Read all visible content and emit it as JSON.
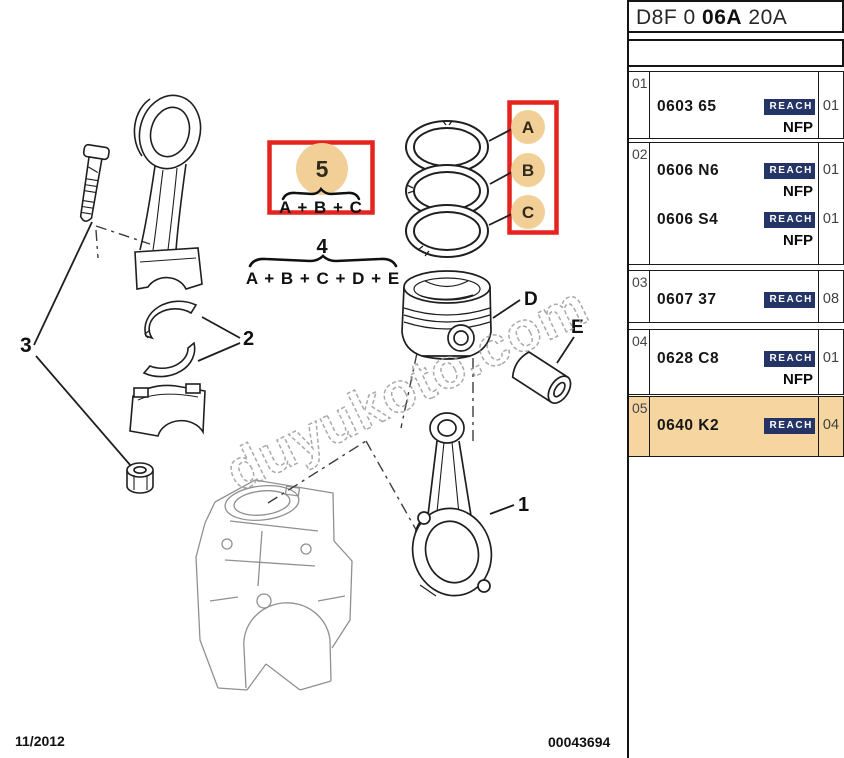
{
  "header": {
    "code_prefix": "D8F 0",
    "code_bold": "06A",
    "code_suffix": "20A"
  },
  "table": {
    "rows": [
      {
        "index": "01",
        "parts": [
          {
            "number": "0603 65",
            "reach_label": "REACH",
            "qty": "01",
            "nfp": "NFP"
          }
        ]
      },
      {
        "index": "02",
        "parts": [
          {
            "number": "0606 N6",
            "reach_label": "REACH",
            "qty": "01",
            "nfp": "NFP"
          },
          {
            "number": "0606 S4",
            "reach_label": "REACH",
            "qty": "01",
            "nfp": "NFP"
          }
        ]
      },
      {
        "index": "03",
        "parts": [
          {
            "number": "0607 37",
            "reach_label": "REACH",
            "qty": "08"
          }
        ]
      },
      {
        "index": "04",
        "parts": [
          {
            "number": "0628 C8",
            "reach_label": "REACH",
            "qty": "01",
            "nfp": "NFP"
          }
        ]
      },
      {
        "index": "05",
        "highlighted": true,
        "parts": [
          {
            "number": "0640 K2",
            "reach_label": "REACH",
            "qty": "04"
          }
        ]
      }
    ]
  },
  "diagram": {
    "watermark": "duyukoto.com",
    "labels": {
      "rod": "1",
      "shells": "2",
      "bolt_nut": "3",
      "group4": "4",
      "group5": "5",
      "ring_a": "A",
      "ring_b": "B",
      "ring_c": "C",
      "piston": "D",
      "pin": "E"
    },
    "formulas": {
      "group5": "A + B + C",
      "group4": "A + B + C + D + E"
    }
  },
  "footer": {
    "date": "11/2012",
    "doc_number": "00043694"
  },
  "colors": {
    "accent_red": "#e6241f",
    "highlight_tan": "#f6d5a1",
    "callout_tan": "#f3cf98",
    "reach_navy": "#253467"
  }
}
